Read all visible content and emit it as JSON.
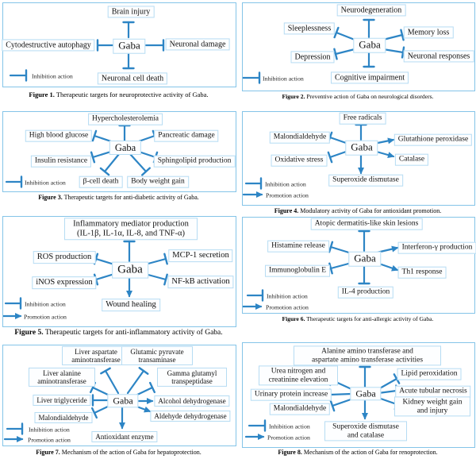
{
  "colors": {
    "arrow_blue": "#2d85c5",
    "panel_border": "#84c4e8",
    "box_border": "#b6dcf3",
    "box_fill": "#fdfeff",
    "text": "#111111"
  },
  "legend": {
    "inhibition": "Inhibition action",
    "promotion": "Promotion action"
  },
  "figures": [
    {
      "caption_label": "Figure 1.",
      "caption_text": "Therapeutic targets for neuroprotective activity of Gaba.",
      "center": "Gaba",
      "legend": [
        "inhibition"
      ],
      "boxes": [
        {
          "label": "Brain injury",
          "action": "inhibition",
          "position": "top"
        },
        {
          "label": "Cytodestructive  autophagy",
          "action": "inhibition",
          "position": "left"
        },
        {
          "label": "Neuronal damage",
          "action": "inhibition",
          "position": "right"
        },
        {
          "label": "Neuronal cell death",
          "action": "inhibition",
          "position": "bottom"
        }
      ]
    },
    {
      "caption_label": "Figure 2.",
      "caption_text": "Preventive action of Gaba on neurological disorders.",
      "center": "Gaba",
      "legend": [
        "inhibition"
      ],
      "boxes": [
        {
          "label": "Neurodegeneration",
          "action": "inhibition",
          "position": "top"
        },
        {
          "label": "Sleeplessness",
          "action": "inhibition",
          "position": "upper-left"
        },
        {
          "label": "Memory loss",
          "action": "inhibition",
          "position": "upper-right"
        },
        {
          "label": "Depression",
          "action": "inhibition",
          "position": "lower-left"
        },
        {
          "label": "Neuronal responses",
          "action": "inhibition",
          "position": "lower-right"
        },
        {
          "label": "Cognitive impairment",
          "action": "inhibition",
          "position": "bottom"
        }
      ]
    },
    {
      "caption_label": "Figure 3.",
      "caption_text": "Therapeutic targets for anti-diabetic activity of Gaba.",
      "center": "Gaba",
      "legend": [
        "inhibition"
      ],
      "boxes": [
        {
          "label": "Hypercholesterolemia",
          "action": "inhibition",
          "position": "top"
        },
        {
          "label": "High blood glucose",
          "action": "inhibition",
          "position": "upper-left"
        },
        {
          "label": "Pancreatic damage",
          "action": "inhibition",
          "position": "upper-right"
        },
        {
          "label": "Insulin resistance",
          "action": "inhibition",
          "position": "left"
        },
        {
          "label": "Sphingolipid  production",
          "action": "inhibition",
          "position": "right"
        },
        {
          "label": "β-cell death",
          "action": "inhibition",
          "position": "bottom-left"
        },
        {
          "label": "Body weight gain",
          "action": "inhibition",
          "position": "bottom-right"
        }
      ]
    },
    {
      "caption_label": "Figure 4.",
      "caption_text": "Modulatory activity of Gaba for antioxidant promotion.",
      "center": "Gaba",
      "legend": [
        "inhibition",
        "promotion"
      ],
      "boxes": [
        {
          "label": "Free radicals",
          "action": "inhibition",
          "position": "top"
        },
        {
          "label": "Malondialdehyde",
          "action": "inhibition",
          "position": "upper-left"
        },
        {
          "label": "Glutathione peroxidase",
          "action": "promotion",
          "position": "upper-right"
        },
        {
          "label": "Oxidative stress",
          "action": "inhibition",
          "position": "lower-left"
        },
        {
          "label": "Catalase",
          "action": "promotion",
          "position": "lower-right"
        },
        {
          "label": "Superoxide dismutase",
          "action": "promotion",
          "position": "bottom"
        }
      ]
    },
    {
      "caption_label": "Figure 5.",
      "caption_text": "Therapeutic targets for anti-inflammatory activity of Gaba.",
      "center": "Gaba",
      "legend": [
        "inhibition",
        "promotion"
      ],
      "boxes": [
        {
          "label": "Inflammatory mediator production",
          "label2": "(IL-1β, IL-1α, IL-8, and TNF-α)",
          "action": "inhibition",
          "position": "top"
        },
        {
          "label": "ROS production",
          "action": "inhibition",
          "position": "upper-left"
        },
        {
          "label": "MCP-1 secretion",
          "action": "inhibition",
          "position": "upper-right"
        },
        {
          "label": "iNOS expression",
          "action": "inhibition",
          "position": "lower-left"
        },
        {
          "label": "NF-kB activation",
          "action": "inhibition",
          "position": "lower-right"
        },
        {
          "label": "Wound healing",
          "action": "promotion",
          "position": "bottom"
        }
      ]
    },
    {
      "caption_label": "Figure 6.",
      "caption_text": "Therapeutic targets for anti-allergic activity of Gaba.",
      "center": "Gaba",
      "legend": [
        "inhibition",
        "promotion"
      ],
      "boxes": [
        {
          "label": "Atopic dermatitis-like skin lesions",
          "action": "inhibition",
          "position": "top"
        },
        {
          "label": "Histamine release",
          "action": "inhibition",
          "position": "upper-left"
        },
        {
          "label": "Interferon-γ production",
          "action": "promotion",
          "position": "upper-right"
        },
        {
          "label": "Immunoglobulin E",
          "action": "inhibition",
          "position": "lower-left"
        },
        {
          "label": "Th1 response",
          "action": "promotion",
          "position": "lower-right"
        },
        {
          "label": "IL-4 production",
          "action": "inhibition",
          "position": "bottom"
        }
      ]
    },
    {
      "caption_label": "Figure 7.",
      "caption_text": "Mechanism of the action of Gaba for hepatoprotection.",
      "center": "Gaba",
      "legend": [
        "inhibition",
        "promotion"
      ],
      "boxes": [
        {
          "label": "Liver aspartate aminotransferase",
          "action": "inhibition",
          "position": "top-left"
        },
        {
          "label": "Glutamic pyruvate transaminase",
          "action": "inhibition",
          "position": "top-right"
        },
        {
          "label": "Liver alanine aminotransferase",
          "action": "inhibition",
          "position": "upper-left"
        },
        {
          "label": "Gamma glutamyl transpeptidase",
          "action": "inhibition",
          "position": "upper-right"
        },
        {
          "label": "Liver triglyceride",
          "action": "inhibition",
          "position": "left"
        },
        {
          "label": "Alcohol dehydrogenase",
          "action": "promotion",
          "position": "right"
        },
        {
          "label": "Malondialdehyde",
          "action": "inhibition",
          "position": "lower-left"
        },
        {
          "label": "Aldehyde dehydrogenase",
          "action": "promotion",
          "position": "lower-right"
        },
        {
          "label": "Antioxidant enzyme",
          "action": "promotion",
          "position": "bottom"
        }
      ]
    },
    {
      "caption_label": "Figure 8.",
      "caption_text": "Mechanism of the action of Gaba for renoprotection.",
      "center": "Gaba",
      "legend": [
        "inhibition",
        "promotion"
      ],
      "boxes": [
        {
          "label": "Alanine amino transferase and",
          "label2": "aspartate amino transferase activities",
          "action": "inhibition",
          "position": "top"
        },
        {
          "label": "Urea nitrogen and creatinine elevation",
          "action": "inhibition",
          "position": "upper-left"
        },
        {
          "label": "Lipid peroxidation",
          "action": "inhibition",
          "position": "upper-right"
        },
        {
          "label": "Urinary protein increase",
          "action": "inhibition",
          "position": "left"
        },
        {
          "label": "Acute tubular necrosis",
          "action": "inhibition",
          "position": "right"
        },
        {
          "label": "Malondialdehyde",
          "action": "inhibition",
          "position": "lower-left"
        },
        {
          "label": "Kidney weight gain and injury",
          "action": "inhibition",
          "position": "lower-right"
        },
        {
          "label": "Superoxide dismutase and catalase",
          "action": "promotion",
          "position": "bottom"
        }
      ]
    }
  ]
}
